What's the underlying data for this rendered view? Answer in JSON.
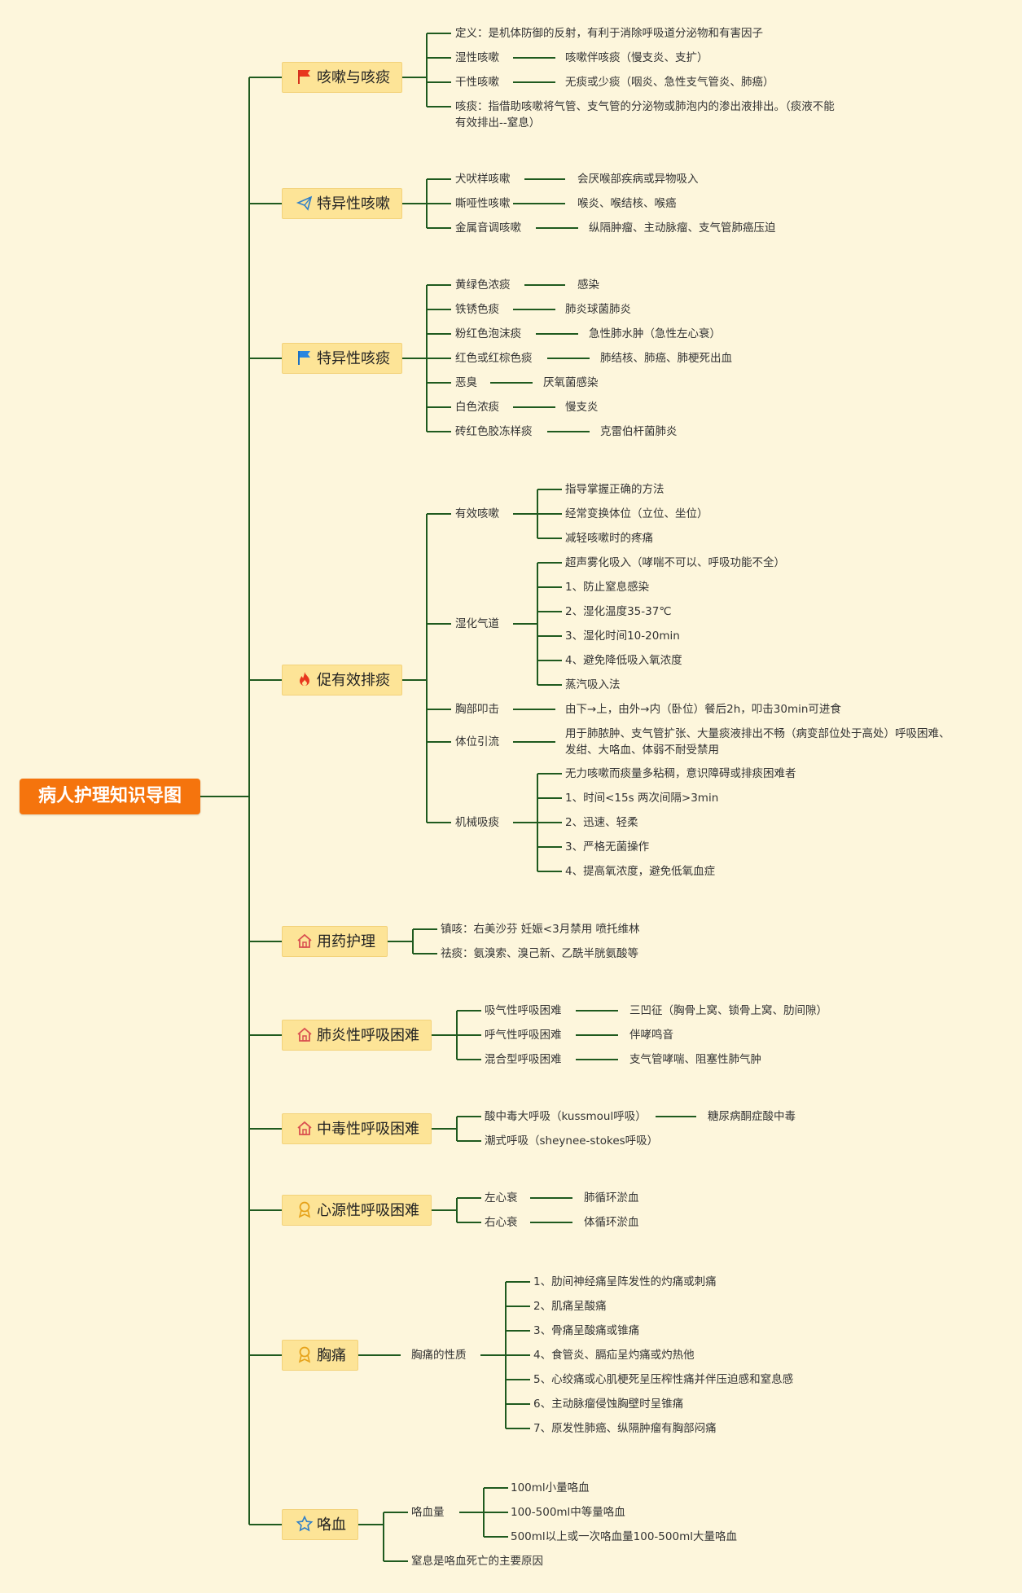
{
  "root": "病人护理知识导图",
  "categories": [
    {
      "label": "咳嗽与咳痰",
      "icon": "red-flag-icon"
    },
    {
      "label": "特异性咳嗽",
      "icon": "paper-plane-icon"
    },
    {
      "label": "特异性咳痰",
      "icon": "blue-flag-icon"
    },
    {
      "label": "促有效排痰",
      "icon": "fire-icon"
    },
    {
      "label": "用药护理",
      "icon": "home-icon"
    },
    {
      "label": "肺炎性呼吸困难",
      "icon": "home-icon"
    },
    {
      "label": "中毒性呼吸困难",
      "icon": "home-icon"
    },
    {
      "label": "心源性呼吸困难",
      "icon": "award-icon"
    },
    {
      "label": "胸痛",
      "icon": "award-icon"
    },
    {
      "label": "咯血",
      "icon": "star-icon"
    }
  ],
  "cough": {
    "definition": "定义：是机体防御的反射，有利于消除呼吸道分泌物和有害因子",
    "wet": "湿性咳嗽",
    "wet_detail": "咳嗽伴咳痰（慢支炎、支扩）",
    "dry": "干性咳嗽",
    "dry_detail": "无痰或少痰（咽炎、急性支气管炎、肺癌）",
    "sputum_line1": "咳痰：指借助咳嗽将气管、支气管的分泌物或肺泡内的渗出液排出。（痰液不能",
    "sputum_line2": "有效排出--窒息）"
  },
  "special_cough": [
    {
      "name": "犬吠样咳嗽",
      "detail": "会厌喉部疾病或异物吸入"
    },
    {
      "name": "嘶哑性咳嗽",
      "detail": "喉炎、喉结核、喉癌"
    },
    {
      "name": "金属音调咳嗽",
      "detail": "纵隔肿瘤、主动脉瘤、支气管肺癌压迫"
    }
  ],
  "special_sputum": [
    {
      "name": "黄绿色浓痰",
      "detail": "感染"
    },
    {
      "name": "铁锈色痰",
      "detail": "肺炎球菌肺炎"
    },
    {
      "name": "粉红色泡沫痰",
      "detail": "急性肺水肿（急性左心衰）"
    },
    {
      "name": "红色或红棕色痰",
      "detail": "肺结核、肺癌、肺梗死出血"
    },
    {
      "name": "恶臭",
      "detail": "厌氧菌感染"
    },
    {
      "name": "白色浓痰",
      "detail": "慢支炎"
    },
    {
      "name": "砖红色胶冻样痰",
      "detail": "克雷伯杆菌肺炎"
    }
  ],
  "expectoration": {
    "effective_cough": "有效咳嗽",
    "effective_items": [
      "指导掌握正确的方法",
      "经常变换体位（立位、坐位）",
      "减轻咳嗽时的疼痛"
    ],
    "humidify": "湿化气道",
    "humidify_items": [
      "超声雾化吸入（哮喘不可以、呼吸功能不全）",
      "1、防止窒息感染",
      "2、湿化温度35-37℃",
      "3、湿化时间10-20min",
      "4、避免降低吸入氧浓度",
      "蒸汽吸入法"
    ],
    "percussion": "胸部叩击",
    "percussion_detail": "由下→上，由外→内（卧位）餐后2h，叩击30min可进食",
    "drainage": "体位引流",
    "drainage_line1": "用于肺脓肿、支气管扩张、大量痰液排出不畅（病变部位处于高处）呼吸困难、",
    "drainage_line2": "发绀、大咯血、体弱不耐受禁用",
    "suction": "机械吸痰",
    "suction_items": [
      "无力咳嗽而痰量多粘稠，意识障碍或排痰困难者",
      "1、时间<15s 两次间隔>3min",
      "2、迅速、轻柔",
      "3、严格无菌操作",
      "4、提高氧浓度，避免低氧血症"
    ]
  },
  "medication": [
    "镇咳：右美沙芬 妊娠<3月禁用 喷托维林",
    "祛痰：氨溴索、溴己新、乙酰半胱氨酸等"
  ],
  "pneumonia_dyspnea": [
    {
      "name": "吸气性呼吸困难",
      "detail": "三凹征（胸骨上窝、锁骨上窝、肋间隙）"
    },
    {
      "name": "呼气性呼吸困难",
      "detail": "伴哮鸣音"
    },
    {
      "name": "混合型呼吸困难",
      "detail": "支气管哮喘、阻塞性肺气肿"
    }
  ],
  "toxic_dyspnea": [
    {
      "name": "酸中毒大呼吸（kussmoul呼吸）",
      "detail": "糖尿病酮症酸中毒"
    },
    {
      "name": "潮式呼吸（sheynee-stokes呼吸）"
    }
  ],
  "cardiac_dyspnea": [
    {
      "name": "左心衰",
      "detail": "肺循环淤血"
    },
    {
      "name": "右心衰",
      "detail": "体循环淤血"
    }
  ],
  "chest_pain": {
    "nature": "胸痛的性质",
    "items": [
      "1、肋间神经痛呈阵发性的灼痛或刺痛",
      "2、肌痛呈酸痛",
      "3、骨痛呈酸痛或锥痛",
      "4、食管炎、膈疝呈灼痛或灼热他",
      "5、心绞痛或心肌梗死呈压榨性痛并伴压迫感和窒息感",
      "6、主动脉瘤侵蚀胸壁时呈锥痛",
      "7、原发性肺癌、纵隔肿瘤有胸部闷痛"
    ]
  },
  "hemoptysis": {
    "amount": "咯血量",
    "amount_items": [
      "100ml小量咯血",
      "100-500ml中等量咯血",
      "500ml以上或一次咯血量100-500ml大量咯血"
    ],
    "death_cause": "窒息是咯血死亡的主要原因"
  },
  "colors": {
    "background": "#fdf6dc",
    "root": "#f5740d",
    "category": "#fde497",
    "line": "#1f5a1f"
  }
}
